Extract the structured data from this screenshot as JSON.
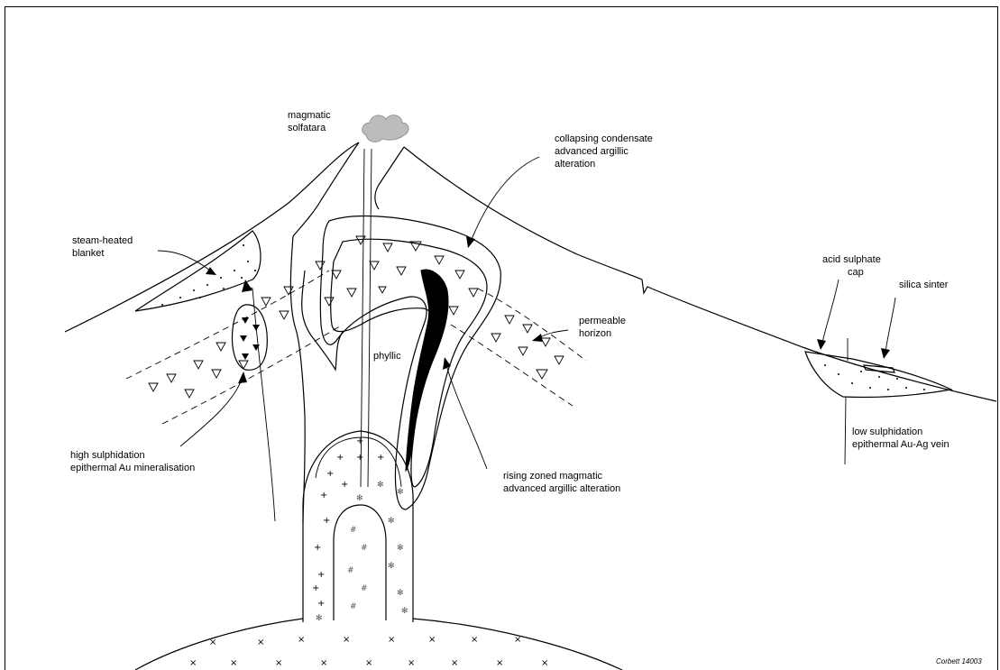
{
  "labels": {
    "magmatic_solfatara": [
      "magmatic",
      "solfatara"
    ],
    "collapsing_condensate": [
      "collapsing condensate",
      "advanced argillic",
      "alteration"
    ],
    "steam_heated_blanket": [
      "steam-heated",
      "blanket"
    ],
    "acid_sulphate_cap": [
      "acid sulphate",
      "cap"
    ],
    "silica_sinter": "silica sinter",
    "permeable_horizon": [
      "permeable",
      "horizon"
    ],
    "phyllic": "phyllic",
    "high_sulphidation": [
      "high sulphidation",
      "epithermal Au mineralisation"
    ],
    "rising_zoned": [
      "rising zoned magmatic",
      "advanced argillic alteration"
    ],
    "low_sulphidation": [
      "low sulphidation",
      "epithermal Au-Ag vein"
    ],
    "credit": "Corbett 14003"
  }
}
